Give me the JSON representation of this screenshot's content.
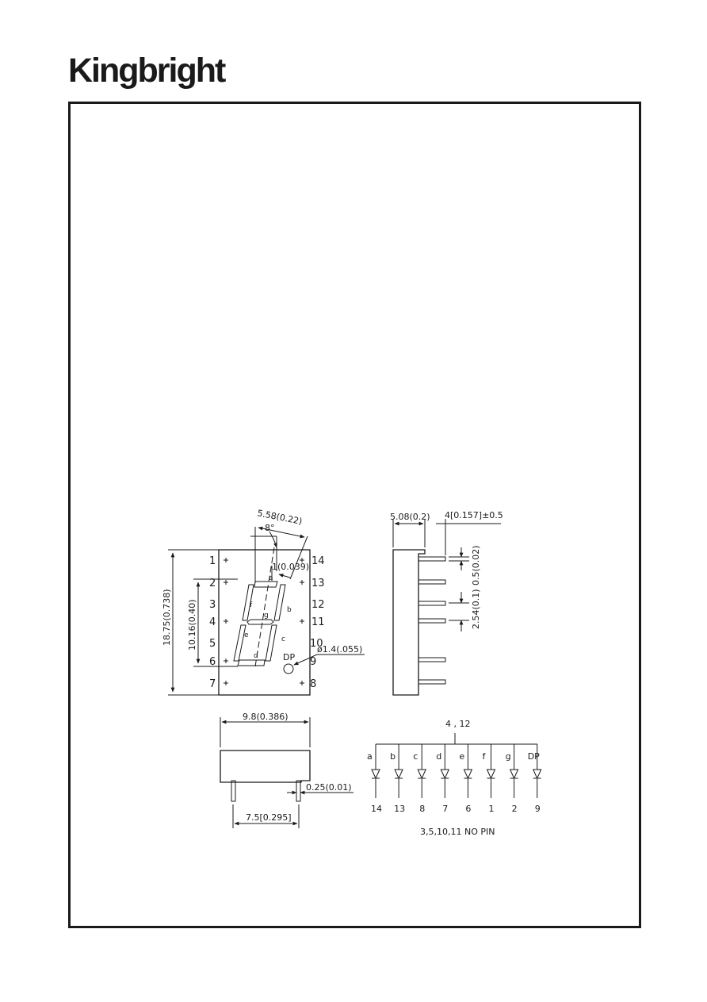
{
  "brand": "Kingbright",
  "front_view": {
    "dim_digit_width": "5.58(0.22)",
    "dim_slant": "8°",
    "dim_segment": "1(0.039)",
    "dim_height": "18.75(0.738)",
    "dim_digit_height": "10.16(0.40)",
    "dim_dp": "ø1.4(.055)",
    "dp_label": "DP",
    "left_pins": [
      "1",
      "2",
      "3",
      "4",
      "5",
      "6",
      "7"
    ],
    "right_pins": [
      "14",
      "13",
      "12",
      "11",
      "10",
      "9",
      "8"
    ],
    "segments": {
      "a": "a",
      "b": "b",
      "c": "c",
      "d": "d",
      "e": "e",
      "f": "f",
      "g": "g"
    }
  },
  "side_view": {
    "dim_depth": "5.08(0.2)",
    "dim_pin_length": "4[0.157]±0.5",
    "dim_pin_thickness": "0.5(0.02)",
    "dim_pitch": "2.54(0.1)"
  },
  "bottom_view": {
    "dim_width": "9.8(0.386)",
    "dim_pin_span": "7.5[0.295]",
    "dim_pin_width": "0.25(0.01)"
  },
  "circuit": {
    "common_pins": "4 , 12",
    "segment_labels": [
      "a",
      "b",
      "c",
      "d",
      "e",
      "f",
      "g",
      "DP"
    ],
    "pin_numbers": [
      "14",
      "13",
      "8",
      "7",
      "6",
      "1",
      "2",
      "9"
    ],
    "note": "3,5,10,11  NO  PIN"
  }
}
